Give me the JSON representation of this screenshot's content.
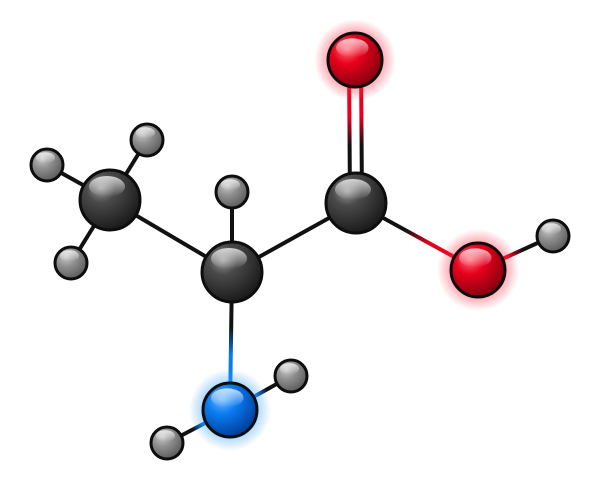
{
  "molecule": {
    "colors": {
      "background": "#ffffff",
      "carbon": "#3c3c3c",
      "hydrogen": "#8f8f8f",
      "oxygen": "#e8001c",
      "nitrogen": "#0a7cf0",
      "bond": "#111111",
      "atom_outline": "#0d0d0d"
    },
    "atoms": [
      {
        "id": "c-methyl",
        "element": "C",
        "bonds": 4
      },
      {
        "id": "c-alpha",
        "element": "C",
        "bonds": 4
      },
      {
        "id": "c-carboxyl",
        "element": "C",
        "bonds": 3
      },
      {
        "id": "o-carbonyl",
        "element": "O",
        "bonds": 1
      },
      {
        "id": "o-hydroxyl",
        "element": "O",
        "bonds": 2
      },
      {
        "id": "n-amino",
        "element": "N",
        "bonds": 3
      },
      {
        "id": "h-methyl-1",
        "element": "H",
        "bonds": 1
      },
      {
        "id": "h-methyl-2",
        "element": "H",
        "bonds": 1
      },
      {
        "id": "h-methyl-3",
        "element": "H",
        "bonds": 1
      },
      {
        "id": "h-alpha",
        "element": "H",
        "bonds": 1
      },
      {
        "id": "h-hydroxyl",
        "element": "H",
        "bonds": 1
      },
      {
        "id": "h-amino-1",
        "element": "H",
        "bonds": 1
      },
      {
        "id": "h-amino-2",
        "element": "H",
        "bonds": 1
      }
    ],
    "bonds": [
      {
        "from": "c-methyl",
        "to": "c-alpha",
        "order": 1
      },
      {
        "from": "c-alpha",
        "to": "c-carboxyl",
        "order": 1
      },
      {
        "from": "c-carboxyl",
        "to": "o-carbonyl",
        "order": 2
      },
      {
        "from": "c-carboxyl",
        "to": "o-hydroxyl",
        "order": 1
      },
      {
        "from": "o-hydroxyl",
        "to": "h-hydroxyl",
        "order": 1
      },
      {
        "from": "c-alpha",
        "to": "n-amino",
        "order": 1
      },
      {
        "from": "c-alpha",
        "to": "h-alpha",
        "order": 1
      },
      {
        "from": "n-amino",
        "to": "h-amino-1",
        "order": 1
      },
      {
        "from": "n-amino",
        "to": "h-amino-2",
        "order": 1
      },
      {
        "from": "c-methyl",
        "to": "h-methyl-1",
        "order": 1
      },
      {
        "from": "c-methyl",
        "to": "h-methyl-2",
        "order": 1
      },
      {
        "from": "c-methyl",
        "to": "h-methyl-3",
        "order": 1
      }
    ]
  }
}
